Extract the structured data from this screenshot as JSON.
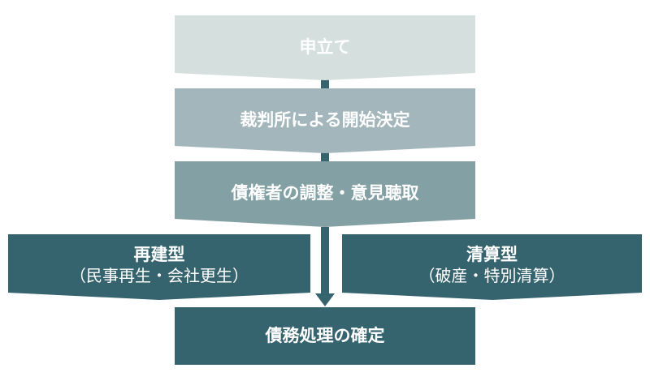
{
  "steps": [
    {
      "label": "申立て",
      "color": "#d5dfde"
    },
    {
      "label": "裁判所による開始決定",
      "color": "#a2b6bb"
    },
    {
      "label": "債権者の調整・意見聴取",
      "color": "#83a0a4"
    }
  ],
  "branches": [
    {
      "title": "再建型",
      "detail": "（民事再生・会社更生）",
      "color": "#35636e"
    },
    {
      "title": "清算型",
      "detail": "（破産・特別清算）",
      "color": "#35636e"
    }
  ],
  "result": {
    "label": "債務処理の確定",
    "color": "#35636e"
  },
  "connector_color": "#35636e"
}
